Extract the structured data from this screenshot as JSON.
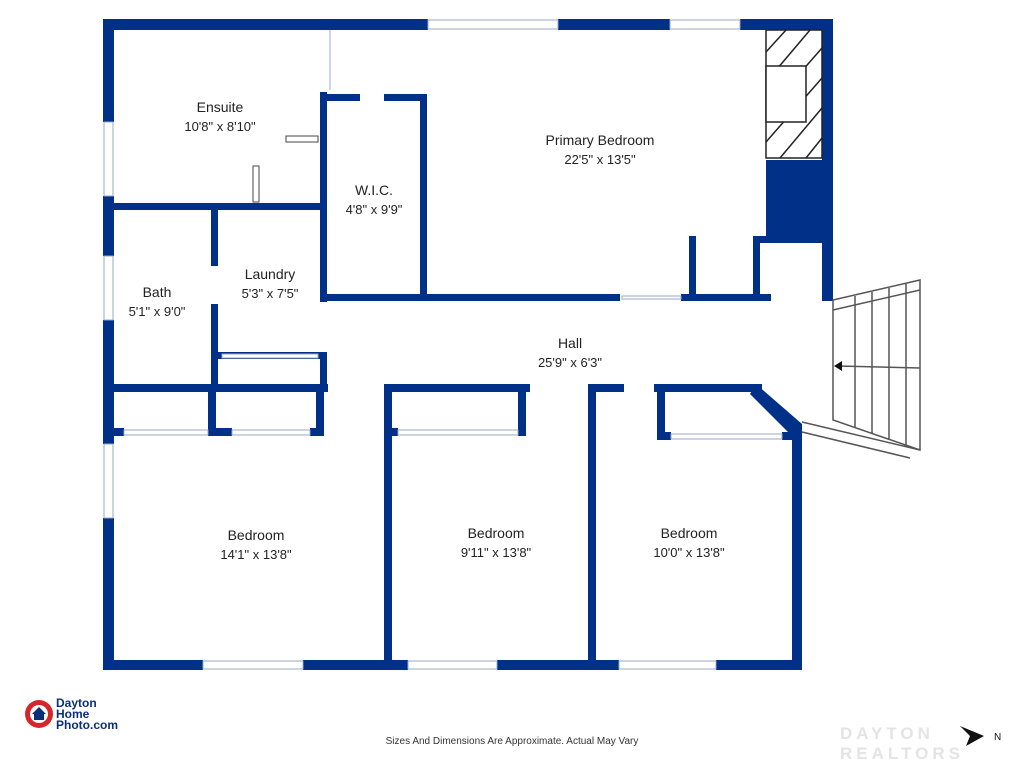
{
  "colors": {
    "wall": "#003087",
    "window": "#ffffff",
    "accent": "#d6262c",
    "text": "#222222"
  },
  "rooms": [
    {
      "name": "Ensuite",
      "dims": "10'8\" x 8'10\""
    },
    {
      "name": "Primary Bedroom",
      "dims": "22'5\" x 13'5\""
    },
    {
      "name": "W.I.C.",
      "dims": "4'8\" x 9'9\""
    },
    {
      "name": "Bath",
      "dims": "5'1\" x 9'0\""
    },
    {
      "name": "Laundry",
      "dims": "5'3\" x 7'5\""
    },
    {
      "name": "Hall",
      "dims": "25'9\" x 6'3\""
    },
    {
      "name": "Bedroom",
      "dims": "14'1\" x 13'8\""
    },
    {
      "name": "Bedroom",
      "dims": "9'11\" x 13'8\""
    },
    {
      "name": "Bedroom",
      "dims": "10'0\" x 13'8\""
    }
  ],
  "footer": {
    "disclaimer": "Sizes And Dimensions Are Approximate. Actual May Vary",
    "logo_line1": "Dayton",
    "logo_line2": "Home",
    "logo_line3": "Photo.com",
    "watermark": "DAYTON REALTORS",
    "north_label": "N"
  },
  "icons": [
    "house-logo-icon",
    "north-arrow-icon",
    "stairs-icon",
    "fireplace-icon"
  ]
}
